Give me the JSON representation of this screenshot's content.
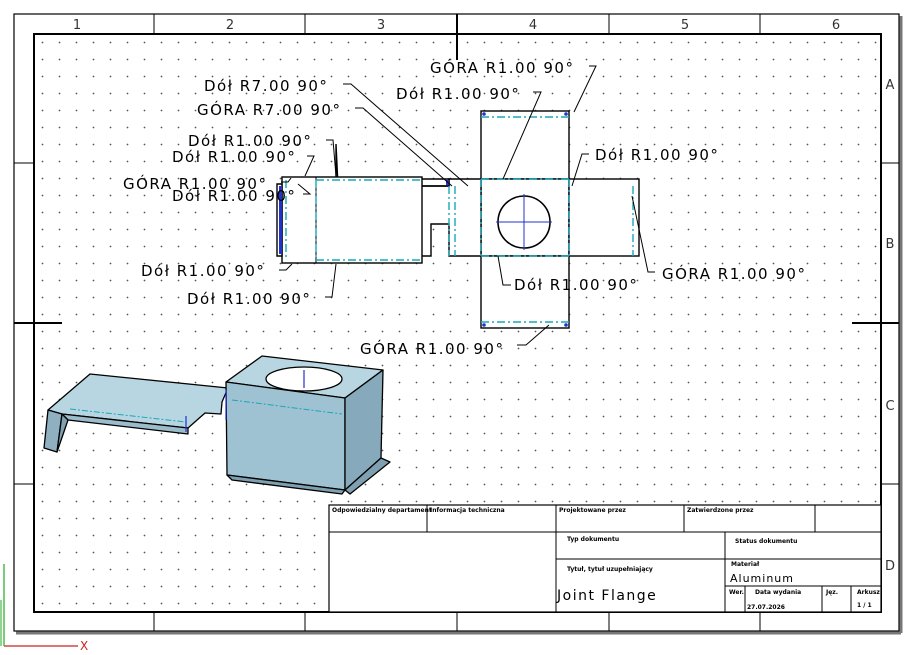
{
  "drawing": {
    "zones_columns": [
      "1",
      "2",
      "3",
      "4",
      "5",
      "6"
    ],
    "zones_rows": [
      "A",
      "B",
      "C",
      "D"
    ],
    "bend_notes": {
      "gora_top": "GÓRA R1.00 90°",
      "dol_top": "Dół R1.00 90°",
      "dol_r7": "Dół R7.00 90°",
      "gora_r7": "GÓRA R7.00 90°",
      "dol_left_1": "Dół R1.00 90°",
      "dol_left_2": "Dół R1.00 90°",
      "gora_left": "GÓRA R1.00 90°",
      "dol_left_3": "Dół R1.00 90°",
      "dol_right": "Dół R1.00 90°",
      "gora_right": "GÓRA R1.00 90°",
      "dol_center": "Dół R1.00 90°",
      "dol_left_bottom_1": "Dół R1.00 90°",
      "dol_left_bottom_2": "Dół R1.00 90°",
      "gora_bottom": "GÓRA R1.00 90°"
    },
    "axis_label": "X"
  },
  "title_block": {
    "dept_label": "Odpowiedzialny departament",
    "tech_label": "Informacja techniczna",
    "designer_label": "Projektowane przez",
    "approved_label": "Zatwierdzone przez",
    "doc_type_label": "Typ dokumentu",
    "doc_status_label": "Status dokumentu",
    "title_label": "Tytuł, tytuł uzupełniający",
    "title_value": "Joint Flange",
    "material_label": "Materiał",
    "material_value": "Aluminum",
    "rev_label": "Wer.",
    "date_label": "Data wydania",
    "date_value": "27.07.2026",
    "lang_label": "Jęz.",
    "sheet_label": "Arkusz",
    "sheet_value": "1 / 1"
  }
}
